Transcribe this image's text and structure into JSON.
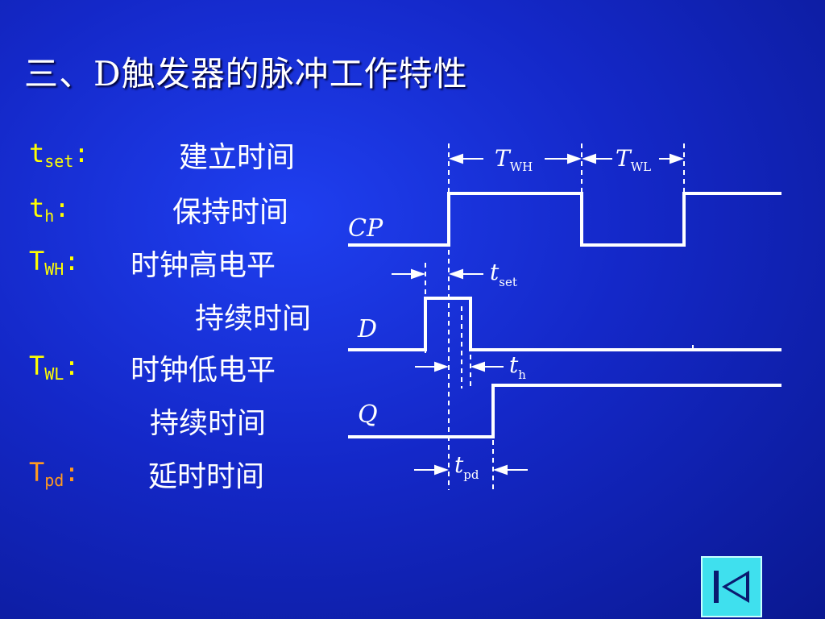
{
  "slide": {
    "title": "三、D触发器的脉冲工作特性",
    "definitions": [
      {
        "symbol": "t",
        "sub": "set",
        "colon": ":",
        "text": "建立时间"
      },
      {
        "symbol": "t",
        "sub": "h",
        "colon": ":",
        "text": "保持时间"
      },
      {
        "symbol": "T",
        "sub": "WH",
        "colon": ":",
        "text": "时钟高电平",
        "text2": "持续时间"
      },
      {
        "symbol": "T",
        "sub": "WL",
        "colon": ":",
        "text": "时钟低电平",
        "text2": "持续时间"
      },
      {
        "symbol": "T",
        "sub": "pd",
        "colon": ":",
        "text": "延时时间"
      }
    ]
  },
  "diagram": {
    "signal_labels": {
      "cp": "CP",
      "d": "D",
      "q": "Q"
    },
    "intervals": [
      {
        "base": "T",
        "sub": "WH"
      },
      {
        "base": "T",
        "sub": "WL"
      },
      {
        "base": "t",
        "sub": "set"
      },
      {
        "base": "t",
        "sub": "h"
      },
      {
        "base": "t",
        "sub": "pd"
      }
    ]
  },
  "nav": {
    "icon": "first-slide-icon"
  },
  "colors": {
    "background": "#1428c8",
    "title": "#ffffff",
    "symbol": "#ffff00",
    "symbol_alt": "#ff9a20",
    "nav": "#3fe0ee"
  }
}
